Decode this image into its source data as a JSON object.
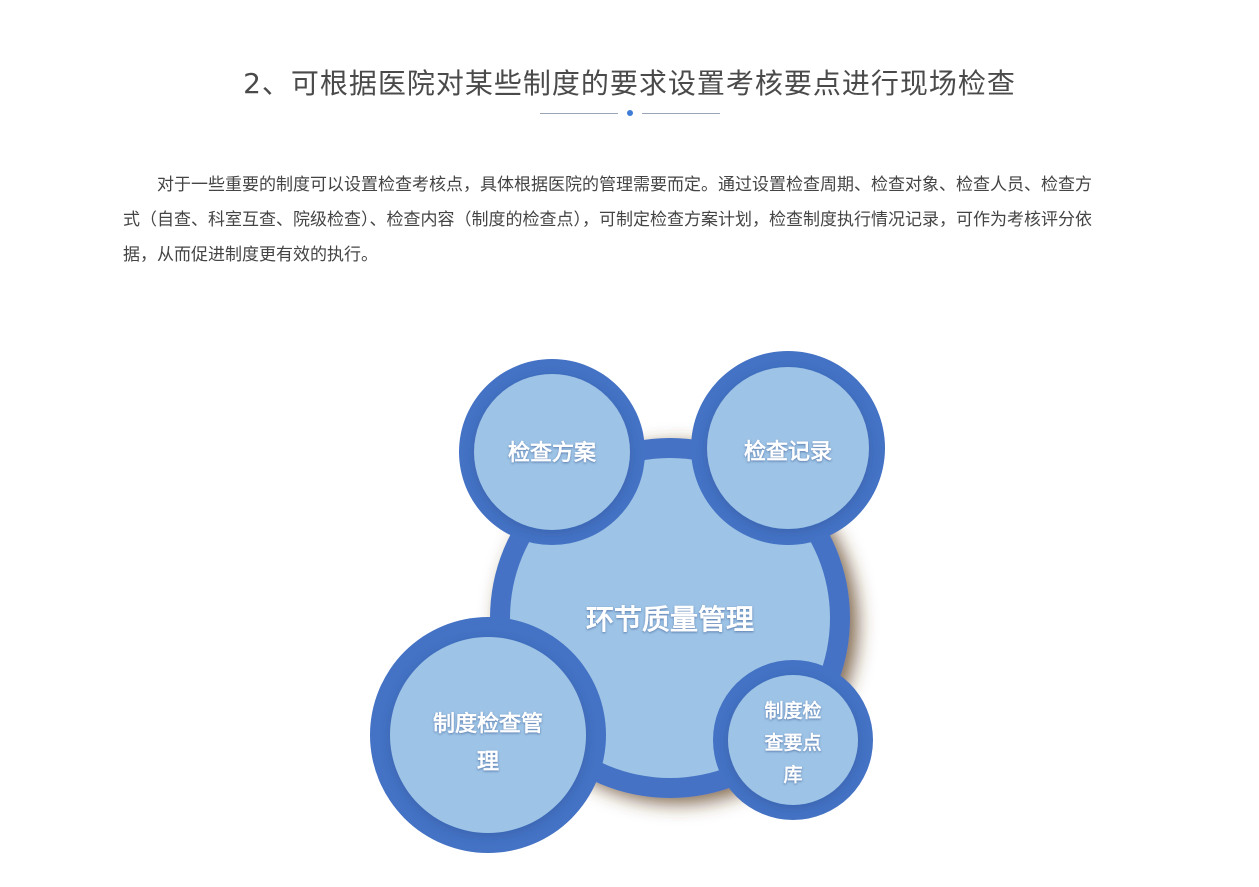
{
  "section": {
    "heading": "2、可根据医院对某些制度的要求设置考核要点进行现场检查",
    "paragraph": "对于一些重要的制度可以设置检查考核点，具体根据医院的管理需要而定。通过设置检查周期、检查对象、检查人员、检查方式（自查、科室互查、院级检查）、检查内容（制度的检查点），可制定检查方案计划，检查制度执行情况记录，可作为考核评分依据，从而促进制度更有效的执行。"
  },
  "diagram": {
    "center": "环节质量管理",
    "nodes": [
      {
        "label": "检查方案"
      },
      {
        "label": "检查记录"
      },
      {
        "label": "制度检查管理"
      },
      {
        "label": "制度检查要点库"
      }
    ],
    "colors": {
      "ring": "#4472c4",
      "fill": "#9dc3e6",
      "shadow": "#6b4a2a"
    }
  }
}
